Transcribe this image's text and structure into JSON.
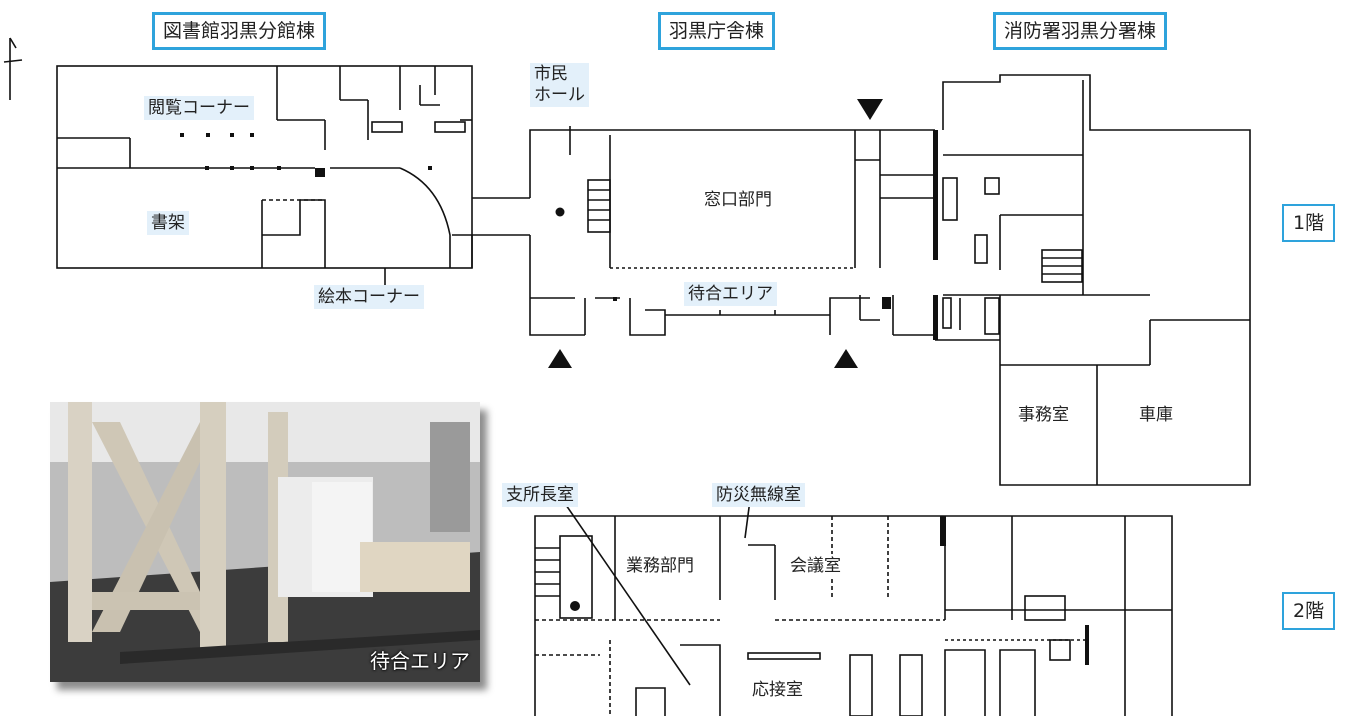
{
  "buildings": {
    "library": "図書館羽黒分館棟",
    "office": "羽黒庁舎棟",
    "fire": "消防署羽黒分署棟"
  },
  "floors": {
    "first": "1階",
    "second": "2階"
  },
  "rooms_1f": {
    "reading_corner": "閲覧コーナー",
    "bookshelves": "書架",
    "picture_book_corner": "絵本コーナー",
    "citizen_hall": "市民\nホール",
    "service_counter": "窓口部門",
    "waiting_area": "待合エリア",
    "fire_office": "事務室",
    "garage": "車庫"
  },
  "rooms_2f": {
    "branch_manager_room": "支所長室",
    "disaster_radio_room": "防災無線室",
    "business_section": "業務部門",
    "meeting_room": "会議室",
    "reception_room": "応接室"
  },
  "photo": {
    "caption": "待合エリア"
  },
  "colors": {
    "accent": "#2ea3dc",
    "label_bg": "#e3f0fa",
    "wall": "#111111"
  }
}
